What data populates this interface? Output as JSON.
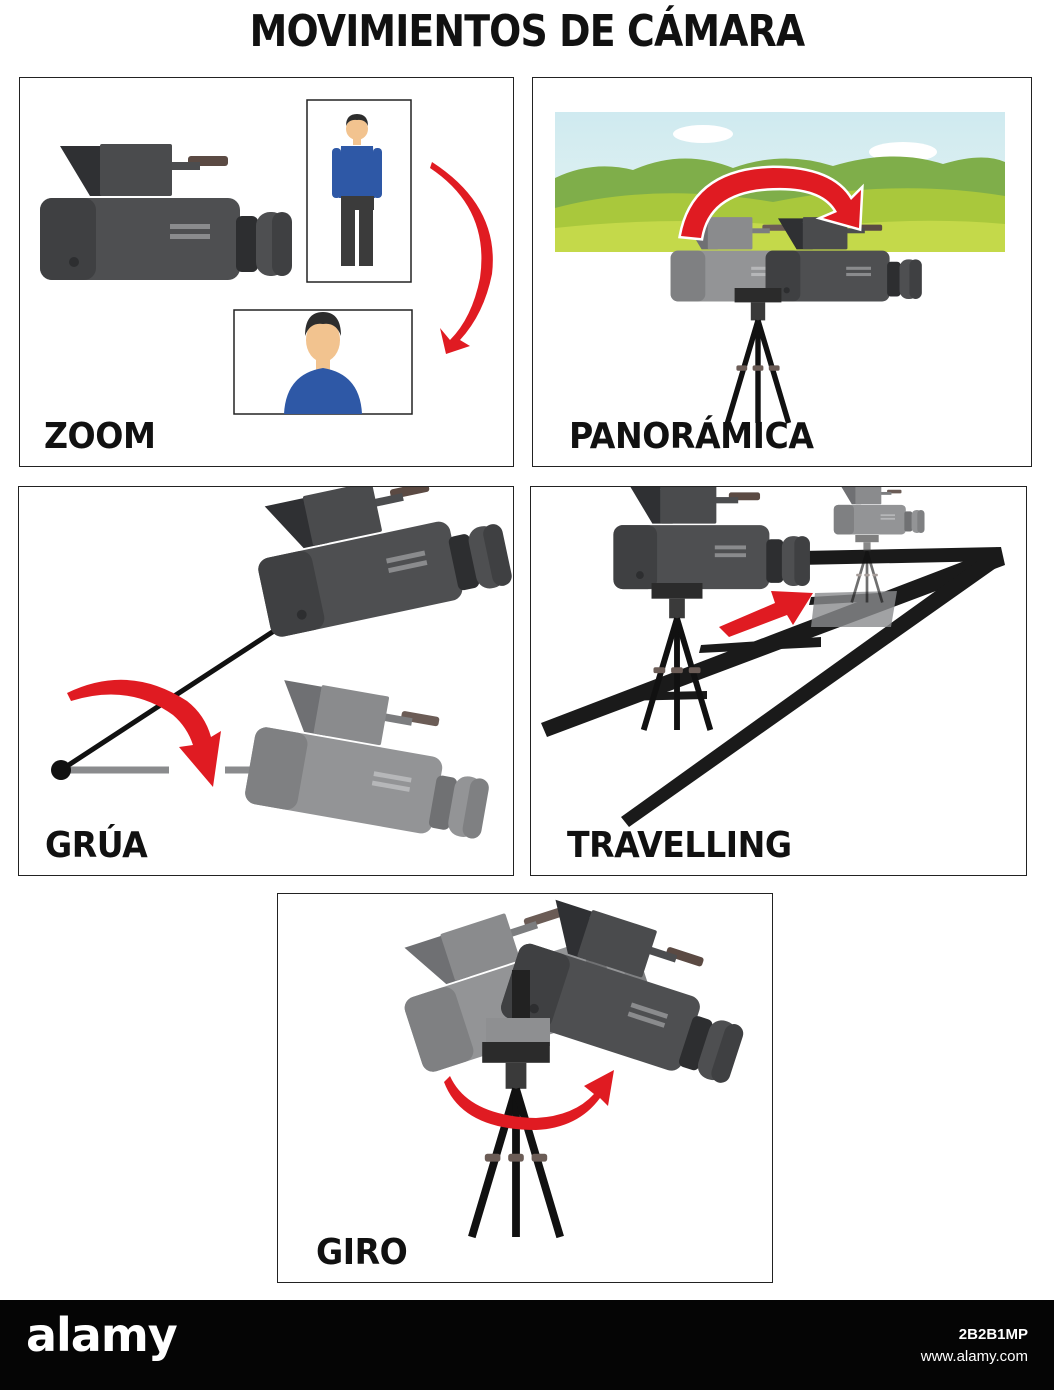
{
  "title": "MOVIMIENTOS DE CÁMARA",
  "panels": {
    "zoom": {
      "label": "ZOOM"
    },
    "panoramica": {
      "label": "PANORÁMICA"
    },
    "grua": {
      "label": "GRÚA"
    },
    "travelling": {
      "label": "TRAVELLING"
    },
    "giro": {
      "label": "GIRO"
    }
  },
  "footer": {
    "logo": "alamy",
    "image_id": "2B2B1MP",
    "site": "www.alamy.com"
  },
  "colors": {
    "arrow_red": "#e01b22",
    "camera_dark": "#555658",
    "camera_light": "#8e8f91",
    "shirt_blue": "#2e58a6",
    "lens_blue": "#6fd2dc"
  }
}
